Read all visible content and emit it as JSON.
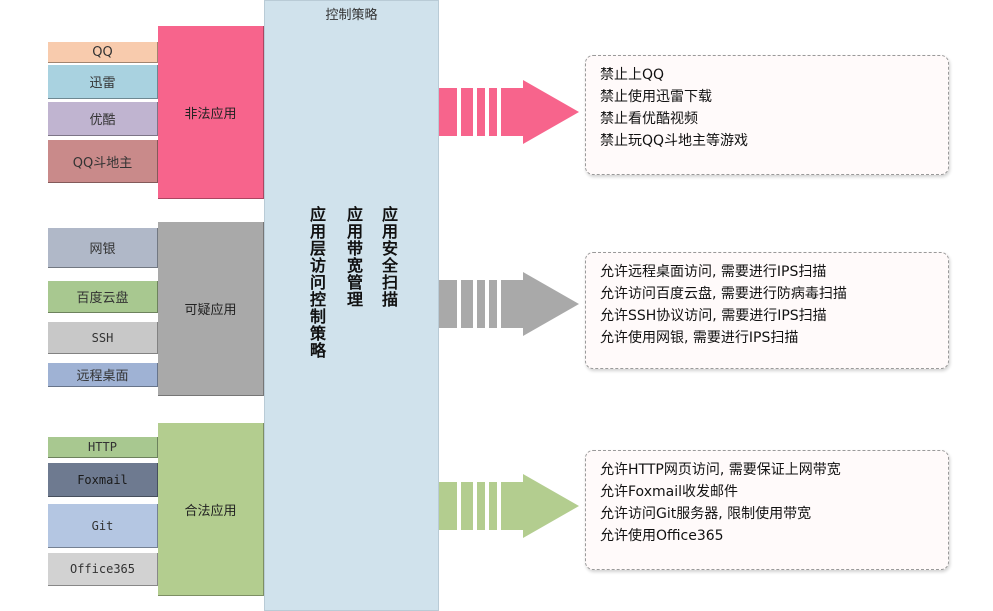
{
  "diagram_title": "控制策略",
  "central_columns": [
    "应用安全扫描",
    "应用带宽管理",
    "应用层访问控制策略"
  ],
  "groups": [
    {
      "label": "非法应用",
      "color": "#f7648c",
      "apps": [
        {
          "label": "QQ",
          "color": "#f8cbad"
        },
        {
          "label": "迅雷",
          "color": "#a9d2e0"
        },
        {
          "label": "优酷",
          "color": "#c0b4d0"
        },
        {
          "label": "QQ斗地主",
          "color": "#c98a8a"
        }
      ],
      "rules": [
        "禁止上QQ",
        "禁止使用迅雷下载",
        "禁止看优酷视频",
        "禁止玩QQ斗地主等游戏"
      ]
    },
    {
      "label": "可疑应用",
      "color": "#a9a9a9",
      "apps": [
        {
          "label": "网银",
          "color": "#b0b8c8"
        },
        {
          "label": "百度云盘",
          "color": "#a8c890"
        },
        {
          "label": "SSH",
          "color": "#c8c8c8"
        },
        {
          "label": "远程桌面",
          "color": "#9fb2d4"
        }
      ],
      "rules": [
        "允许远程桌面访问, 需要进行IPS扫描",
        "允许访问百度云盘, 需要进行防病毒扫描",
        "允许SSH协议访问, 需要进行IPS扫描",
        "允许使用网银, 需要进行IPS扫描"
      ]
    },
    {
      "label": "合法应用",
      "color": "#b3cd8f",
      "apps": [
        {
          "label": "HTTP",
          "color": "#a8c890"
        },
        {
          "label": "Foxmail",
          "color": "#6e7a90"
        },
        {
          "label": "Git",
          "color": "#b4c6e2"
        },
        {
          "label": "Office365",
          "color": "#d2d2d2"
        }
      ],
      "rules": [
        "允许HTTP网页访问, 需要保证上网带宽",
        "允许Foxmail收发邮件",
        "允许访问Git服务器, 限制使用带宽",
        "允许使用Office365"
      ]
    }
  ],
  "colors": {
    "central_fill": "#d0e2ec",
    "arrow_illegal": "#f7648c",
    "arrow_suspicious": "#a9a9a9",
    "arrow_legal": "#b3cd8f"
  }
}
